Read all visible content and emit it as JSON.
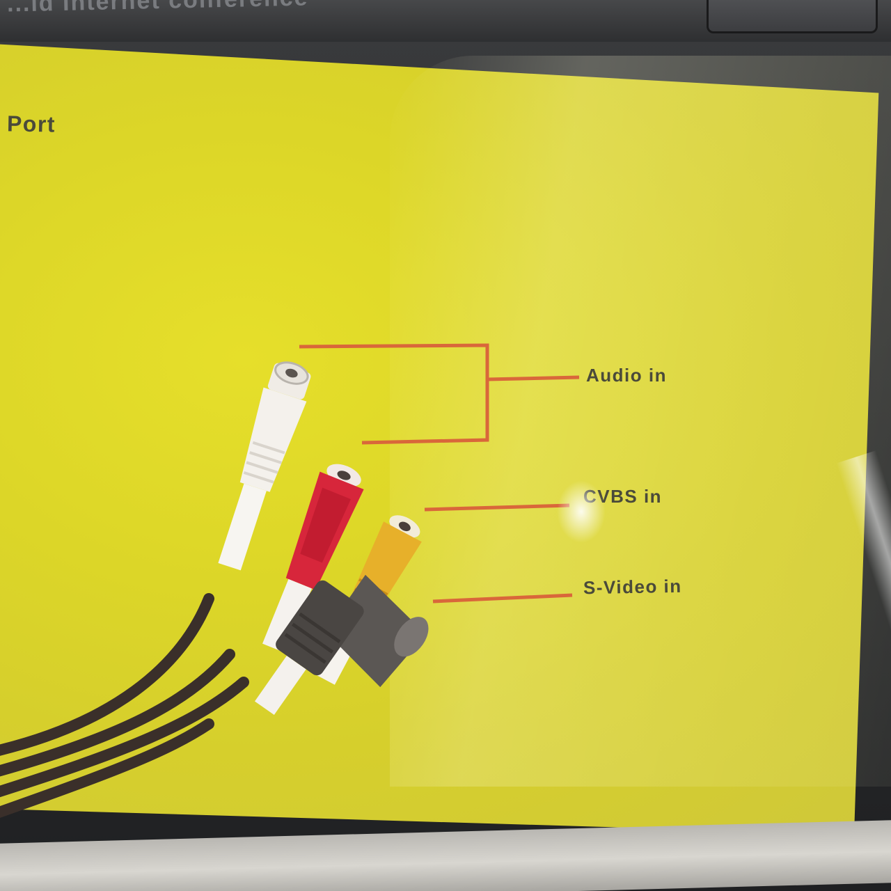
{
  "photo": {
    "top_text": "...ld Internet conference",
    "port_label": "Port",
    "labels": {
      "audio": "Audio in",
      "cvbs": "CVBS in",
      "svideo": "S-Video in"
    },
    "connectors": [
      "white-rca-plug",
      "red-rca-plug",
      "yellow-rca-plug",
      "black-svideo-plug"
    ],
    "colors": {
      "card": "#dcd628",
      "leader_line": "#d9673a",
      "text": "#4a4a3a"
    }
  }
}
